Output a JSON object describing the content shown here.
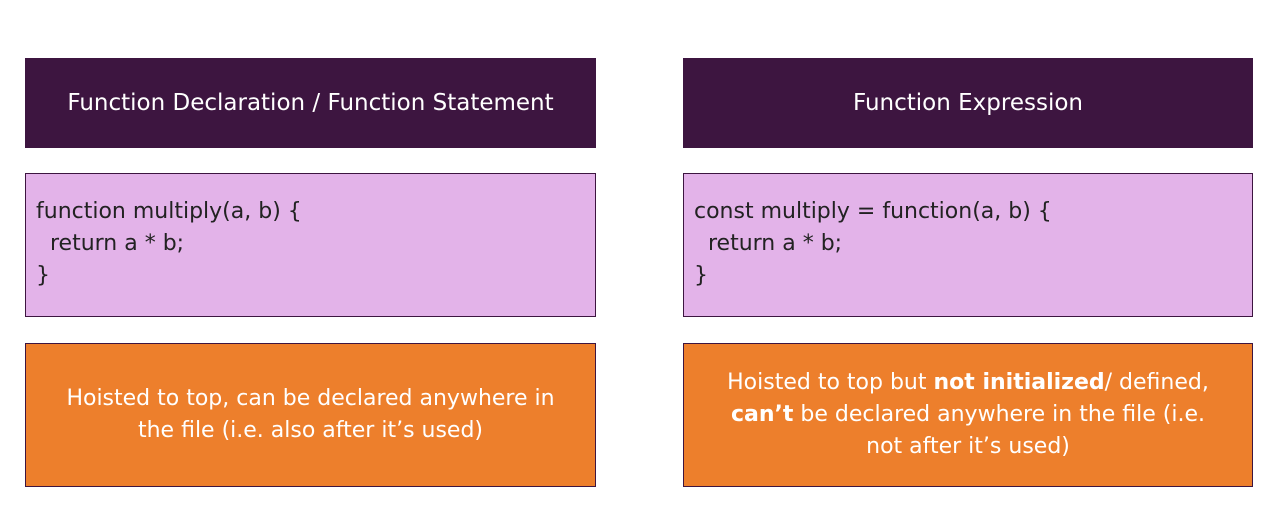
{
  "left": {
    "header": "Function Declaration / Function Statement",
    "code_lines": [
      "function multiply(a, b) {",
      "  return a * b;",
      "}"
    ],
    "note_line1": "Hoisted to top, can be declared anywhere in",
    "note_line2": "the file (i.e. also after it’s used)"
  },
  "right": {
    "header": "Function Expression",
    "code_lines": [
      "const multiply = function(a, b) {",
      "  return a * b;",
      "}"
    ],
    "note": {
      "seg1": "Hoisted to top but ",
      "seg2_bold": "not initialized",
      "seg3": "/ defined,",
      "seg4_bold": "can’t",
      "seg5": " be declared anywhere in the file (i.e.",
      "seg6": "not after it’s used)"
    }
  },
  "colors": {
    "header_bg": "#3d1540",
    "code_bg": "#e3b3e9",
    "note_bg": "#ed7f2c"
  }
}
